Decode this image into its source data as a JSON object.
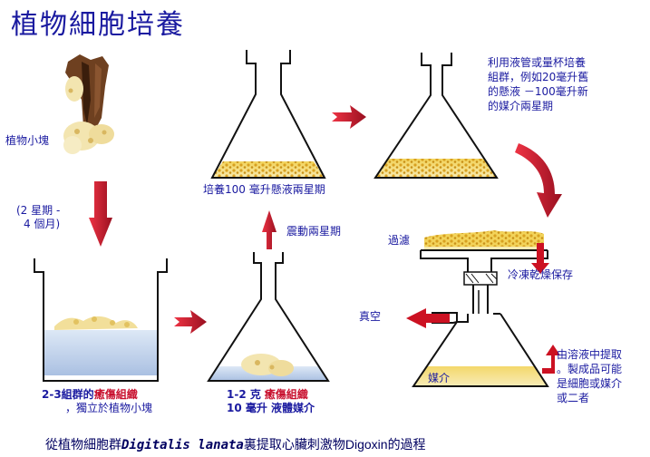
{
  "title": "植物細胞培養",
  "labels": {
    "plant_piece": "植物小塊",
    "duration_1": "(2 星期 -",
    "duration_2": "4 個月)",
    "callus_desc_1a": "2-3組群的",
    "callus_desc_1b": "癒傷組織",
    "callus_desc_2": "，獨立於植物小塊",
    "flask2_desc_1a": "1-2 克",
    "flask2_desc_1b": "癒傷組織",
    "flask2_desc_2": "10 毫升 液體媒介",
    "shake": "震動兩星期",
    "flask1_desc": "培養100 毫升懸液兩星期",
    "instruction_1": "利用液管或量杯培養",
    "instruction_2": "組群，例如20毫升舊",
    "instruction_3": "的懸液 －100毫升新",
    "instruction_4": "的媒介兩星期",
    "filter": "過濾",
    "freeze_dry": "冷凍乾燥保存",
    "vacuum": "真空",
    "medium": "媒介",
    "extract_1": "由溶液中提取",
    "extract_2": "。製成品可能",
    "extract_3": "是細胞或媒介",
    "extract_4": "或二者"
  },
  "caption": {
    "prefix": "從植物細胞群",
    "species": "Digitalis lanata",
    "middle": "裏提取心臟刺激物",
    "drug": "Digoxin",
    "suffix": "的過程"
  },
  "colors": {
    "text": "#1a1aa0",
    "highlight": "#c8102e",
    "arrow": "#cc1122",
    "culture": "#e8c040",
    "liquid": "#b8cce8"
  }
}
